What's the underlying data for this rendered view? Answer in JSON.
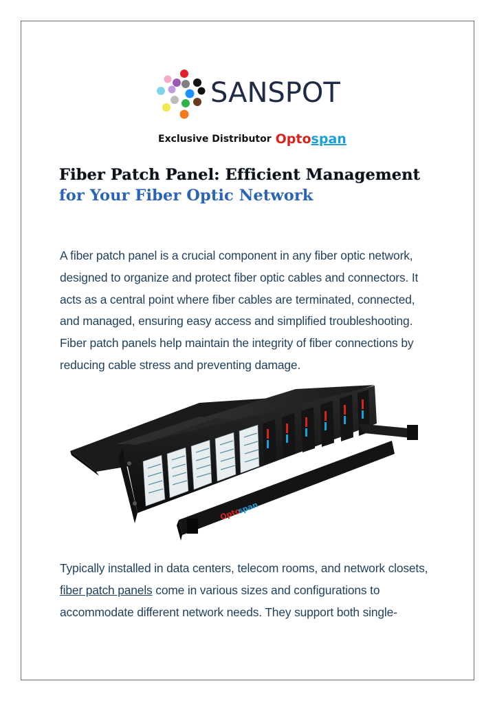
{
  "logo": {
    "name": "SANSPOT",
    "dot_colors": [
      "#e41e26",
      "#f7a8c8",
      "#9b59b6",
      "#7f7f7f",
      "#111111",
      "#7fd6e8",
      "#c39be0",
      "#1e90ff",
      "#2fb34a",
      "#6b3a1f",
      "#f2e94e",
      "#bdbdbd",
      "#f47c20"
    ]
  },
  "distributor": {
    "label": "Exclusive Distributor",
    "brand_part1": "Opto",
    "brand_part2": "span"
  },
  "headline": {
    "line1": "Fiber Patch Panel: Efficient Management",
    "line2": "for Your Fiber Optic Network"
  },
  "paragraph1": {
    "lines": [
      "A fiber patch panel is a crucial component in any fiber optic network,",
      "designed to organize and protect fiber optic cables and connectors. It",
      "acts as a central point where fiber cables are terminated, connected,",
      "and managed, ensuring easy access and simplified troubleshooting.",
      "Fiber patch panels help maintain the integrity of fiber connections by",
      "reducing cable stress and preventing damage."
    ]
  },
  "product_image": {
    "brand_part1": "Opto",
    "brand_part2": "span"
  },
  "paragraph2": {
    "line1": "Typically installed in data centers, telecom rooms, and network closets,",
    "link_text": "fiber patch panels",
    "line2_rest": " come in various sizes and configurations to",
    "line3": "accommodate different network needs. They support both single-"
  },
  "colors": {
    "headline_line1": "#111111",
    "headline_line2": "#2b63b8",
    "body_text": "#1f3f5c",
    "brand_red": "#d9241c",
    "brand_blue": "#1a9fd9"
  }
}
